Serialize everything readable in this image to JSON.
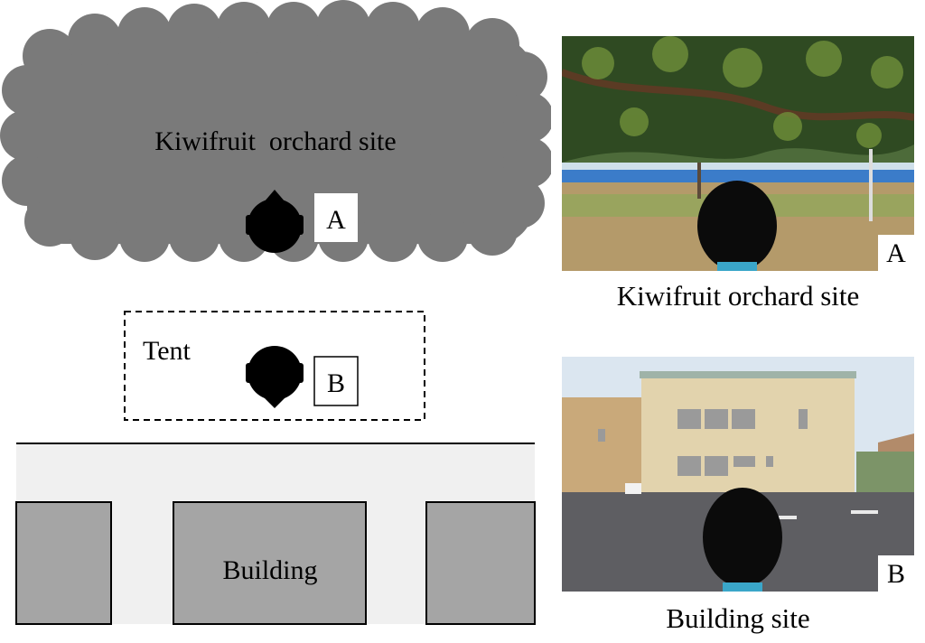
{
  "map": {
    "orchard_label": "Kiwifruit  orchard site",
    "tent_label": "Tent",
    "building_label": "Building",
    "marker_a": "A",
    "marker_b": "B"
  },
  "photos": [
    {
      "caption": "Kiwifruit orchard site",
      "corner_label": "A"
    },
    {
      "caption": "Building site",
      "corner_label": "B"
    }
  ]
}
